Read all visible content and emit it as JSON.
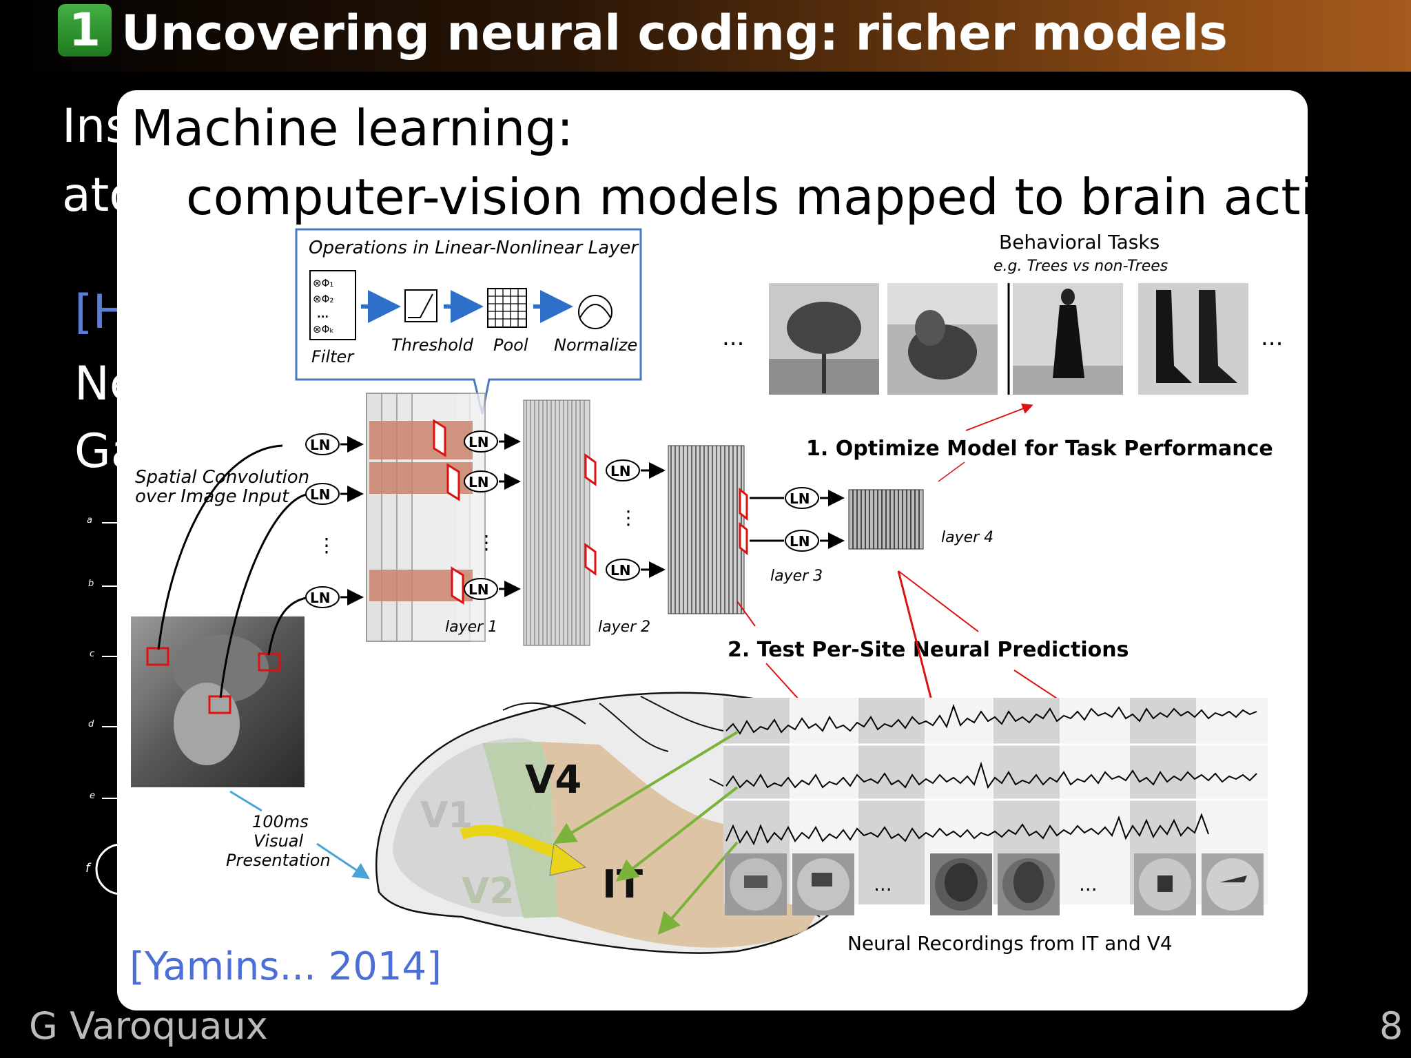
{
  "header": {
    "section_number": "1",
    "title": "Uncovering neural coding: richer models"
  },
  "background": {
    "line1": "Ins",
    "line2": "ato",
    "link": "[H",
    "line3": "Ne",
    "line4": "Ga",
    "ruler_labels": [
      "a",
      "b",
      "c",
      "d",
      "e",
      "f"
    ]
  },
  "panel": {
    "heading": "Machine learning:",
    "subheading": "computer-vision models mapped to brain activity",
    "citation": "[Yamins... 2014]"
  },
  "figure": {
    "ops_title": "Operations in Linear-Nonlinear Layer",
    "ops": [
      "Filter",
      "Threshold",
      "Pool",
      "Normalize"
    ],
    "filter_items": [
      "⊗Φ₁",
      "⊗Φ₂",
      "...",
      "⊗Φₖ"
    ],
    "spatial_label": [
      "Spatial Convolution",
      "over Image Input"
    ],
    "ln": "LN",
    "layers": [
      "layer 1",
      "layer 2",
      "layer 3",
      "layer 4"
    ],
    "behavioral_title": "Behavioral Tasks",
    "behavioral_sub": "e.g. Trees vs non-Trees",
    "optimize": "1. Optimize Model for Task Performance",
    "test": "2. Test Per-Site Neural Predictions",
    "presentation": [
      "100ms",
      "Visual",
      "Presentation"
    ],
    "areas": [
      "V1",
      "V2",
      "V4",
      "IT"
    ],
    "recordings": "Neural Recordings from IT and V4",
    "ellipsis": "..."
  },
  "footer": {
    "author": "G Varoquaux",
    "page": "8"
  }
}
